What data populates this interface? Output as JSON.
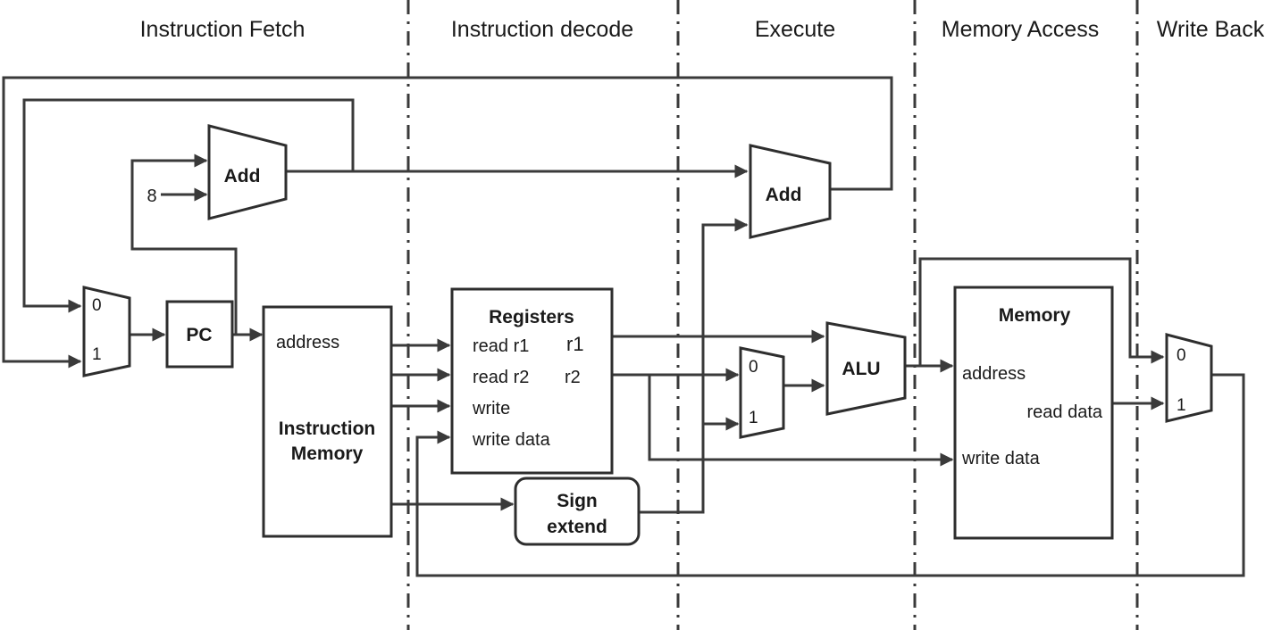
{
  "stages": [
    "Instruction Fetch",
    "Instruction decode",
    "Execute",
    "Memory Access",
    "Write Back"
  ],
  "blocks": {
    "add_pc": "Add",
    "add_branch": "Add",
    "constant": "8",
    "pc": "PC",
    "imem_address": "address",
    "imem_title_1": "Instruction",
    "imem_title_2": "Memory",
    "reg_title": "Registers",
    "reg_read_r1": "read r1",
    "reg_read_r2": "read r2",
    "reg_write": "write",
    "reg_write_data": "write data",
    "reg_out_r1": "r1",
    "reg_out_r2": "r2",
    "sign_extend_1": "Sign",
    "sign_extend_2": "extend",
    "alu": "ALU",
    "dmem_title": "Memory",
    "dmem_address": "address",
    "dmem_read_data": "read data",
    "dmem_write_data": "write data"
  },
  "muxes": {
    "pc_mux": [
      "0",
      "1"
    ],
    "alu_mux": [
      "0",
      "1"
    ],
    "wb_mux": [
      "0",
      "1"
    ]
  }
}
